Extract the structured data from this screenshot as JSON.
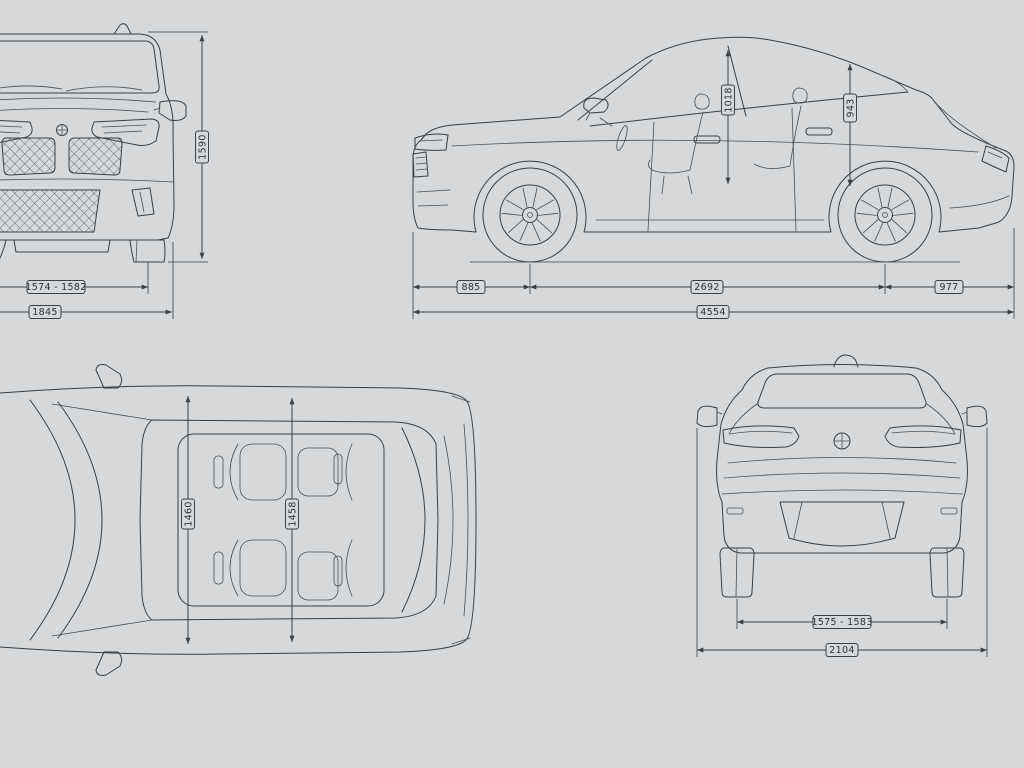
{
  "diagram": {
    "type": "vehicle-dimensions-blueprint",
    "colors": {
      "background": "#d6d8d9",
      "line": "#3a4046"
    }
  },
  "views": {
    "front": {
      "dims": {
        "height": "1590",
        "track_front": "1574 - 1582",
        "width_body": "1845"
      }
    },
    "side": {
      "dims": {
        "headroom_front": "1018",
        "headroom_rear": "943",
        "overhang_front": "885",
        "wheelbase": "2692",
        "overhang_rear": "977",
        "length": "4554"
      }
    },
    "top": {
      "dims": {
        "interior_width_front": "1460",
        "interior_width_rear": "1458"
      }
    },
    "rear": {
      "dims": {
        "track_rear": "1575 - 1583",
        "width_mirrors": "2104"
      }
    }
  }
}
